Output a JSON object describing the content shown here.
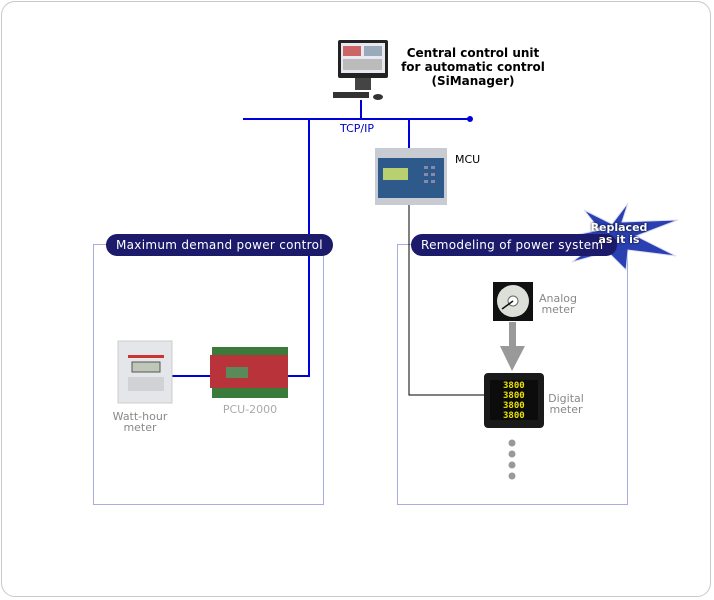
{
  "central": {
    "title_lines": [
      "Central control unit",
      "for automatic control",
      "(SiManager)"
    ]
  },
  "network": {
    "label": "TCP/IP"
  },
  "mcu": {
    "label": "MCU"
  },
  "left_group": {
    "title": "Maximum demand power control",
    "watt_hour_lines": [
      "Watt-hour",
      "meter"
    ],
    "pcu_label": "PCU-2000"
  },
  "right_group": {
    "title": "Remodeling of power system",
    "burst_lines": [
      "Replaced",
      "as it is"
    ],
    "analog_lines": [
      "Analog",
      "meter"
    ],
    "digital_lines": [
      "Digital",
      "meter"
    ],
    "display_value": "3800"
  },
  "colors": {
    "network_line": "#0000dd",
    "pill": "#1c1a6a",
    "box_border": "#a8acdf",
    "burst": "#2a3fb0"
  }
}
